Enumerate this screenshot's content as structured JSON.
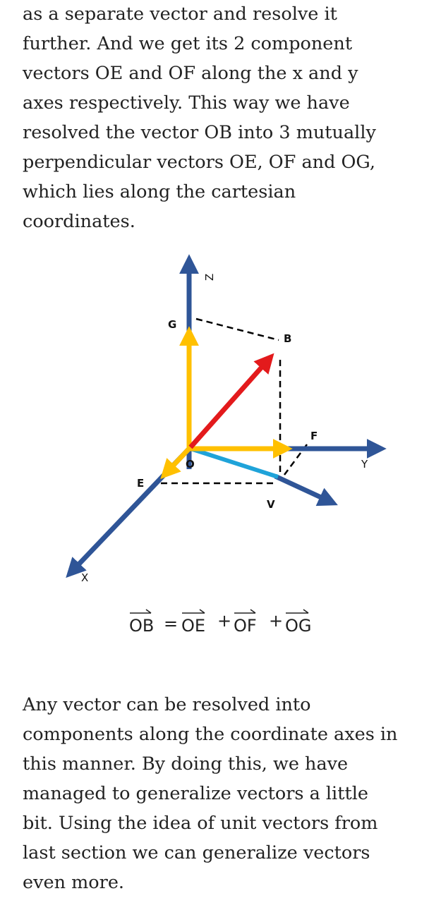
{
  "text_top": [
    "as a separate vector and resolve it",
    "further. And we get its 2 component",
    "vectors OE and OF along the x and y",
    "axes respectively. This way we have",
    "resolved the vector OB into 3 mutually",
    "perpendicular vectors OE, OF and OG,",
    "which lies along the cartesian",
    "coordinates."
  ],
  "figure": {
    "labels": {
      "z": "Z",
      "g": "G",
      "b": "B",
      "f": "F",
      "y": "Y",
      "o": "O",
      "e": "E",
      "v": "V",
      "x": "X"
    },
    "equation": {
      "ob": "OB",
      "eq": "=",
      "oe": "OE",
      "plus1": "+",
      "of": "OF",
      "plus2": "+",
      "og": "OG"
    },
    "colors": {
      "axes": "#2f5597",
      "components": "#ffc000",
      "resultant": "#e31a1c",
      "projection": "#1fa3d9",
      "dashed": "#000000"
    }
  },
  "text_bottom": [
    "Any vector can be resolved into",
    "components along the coordinate axes in",
    "this manner. By doing this, we have",
    "managed to generalize vectors a little",
    "bit. Using the idea of unit vectors from",
    "last section we can generalize vectors",
    "even more."
  ]
}
